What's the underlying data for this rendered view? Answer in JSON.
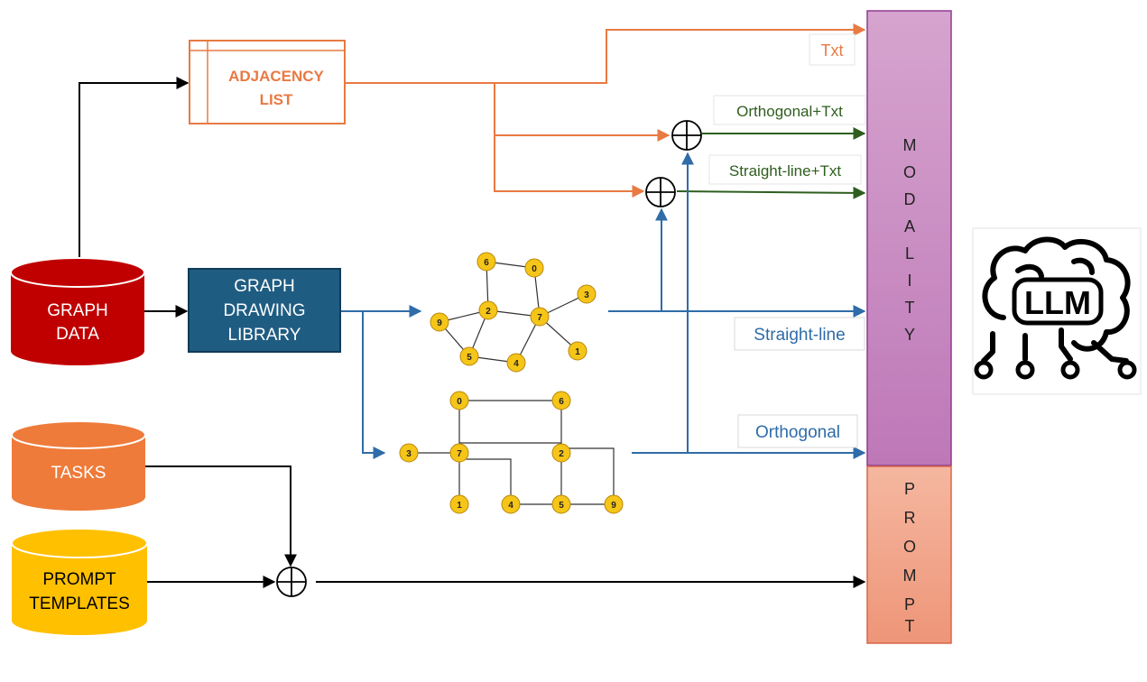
{
  "colors": {
    "orange": "#E87A42",
    "red": "#C00000",
    "navy": "#1F5C82",
    "blue": "#2F6CA8",
    "green": "#2E5E1E",
    "tasks": "#EE7B3A",
    "yellow": "#FFC000",
    "modality": "#CC99CC",
    "prompt": "#F4A98E",
    "node_fill": "#F5C518"
  },
  "sources": {
    "graph_data": [
      "GRAPH",
      "DATA"
    ],
    "tasks": "TASKS",
    "prompt_templates": [
      "PROMPT",
      "TEMPLATES"
    ]
  },
  "adjacency_list": [
    "ADJACENCY",
    "LIST"
  ],
  "drawing_library": [
    "GRAPH",
    "DRAWING",
    "LIBRARY"
  ],
  "modality_labels": {
    "txt": "Txt",
    "orthogonal_txt": "Orthogonal+Txt",
    "straight_line_txt": "Straight-line+Txt",
    "straight_line": "Straight-line",
    "orthogonal": "Orthogonal"
  },
  "modality_bar": [
    "M",
    "O",
    "D",
    "A",
    "L",
    "I",
    "T",
    "Y"
  ],
  "prompt_bar": [
    "P",
    "R",
    "O",
    "M",
    "P",
    "T"
  ],
  "llm_label": "LLM",
  "straight_graph": {
    "nodes": [
      "6",
      "0",
      "3",
      "9",
      "2",
      "7",
      "5",
      "4",
      "1"
    ],
    "edges": [
      [
        "6",
        "0"
      ],
      [
        "6",
        "2"
      ],
      [
        "0",
        "7"
      ],
      [
        "2",
        "7"
      ],
      [
        "7",
        "3"
      ],
      [
        "7",
        "1"
      ],
      [
        "2",
        "9"
      ],
      [
        "9",
        "5"
      ],
      [
        "2",
        "5"
      ],
      [
        "5",
        "4"
      ],
      [
        "4",
        "7"
      ]
    ]
  },
  "orthogonal_graph": {
    "nodes": [
      "0",
      "6",
      "3",
      "7",
      "2",
      "1",
      "4",
      "5",
      "9"
    ]
  }
}
